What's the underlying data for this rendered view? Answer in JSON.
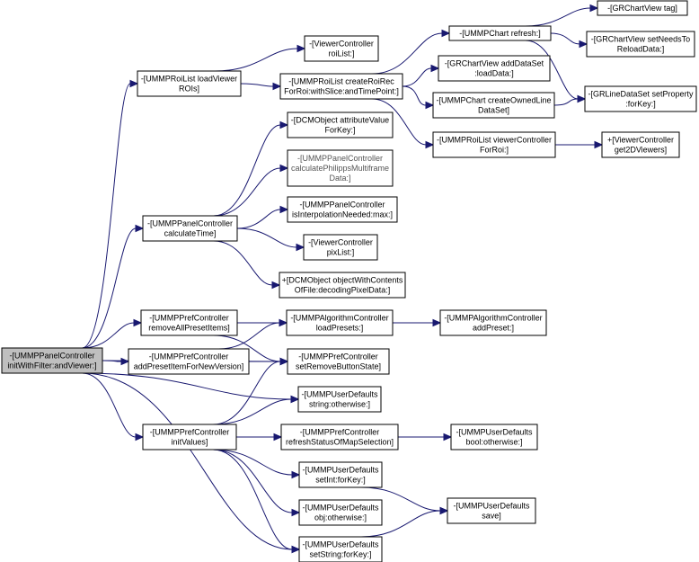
{
  "nodes": [
    {
      "id": "root",
      "lines": [
        "-[UMMPPanelController",
        "initWithFilter:andViewer:]"
      ],
      "root": true
    },
    {
      "id": "roiListLoad",
      "lines": [
        "-[UMMPRoiList loadViewer",
        "ROIs]"
      ]
    },
    {
      "id": "viewerRoiList",
      "lines": [
        "-[ViewerController",
        "roiList:]"
      ]
    },
    {
      "id": "createRoiRec",
      "lines": [
        "-[UMMPRoiList createRoiRec",
        "ForRoi:withSlice:andTimePoint:]"
      ]
    },
    {
      "id": "chartRefresh",
      "lines": [
        "-[UMMPChart refresh:]"
      ]
    },
    {
      "id": "grTag",
      "lines": [
        "-[GRChartView tag]"
      ]
    },
    {
      "id": "grNeedsReload",
      "lines": [
        "-[GRChartView setNeedsTo",
        "ReloadData:]"
      ]
    },
    {
      "id": "grAddDataSet",
      "lines": [
        "-[GRChartView addDataSet",
        ":loadData:]"
      ]
    },
    {
      "id": "createOwnedLine",
      "lines": [
        "-[UMMPChart createOwnedLine",
        "DataSet]"
      ]
    },
    {
      "id": "grLineSetProp",
      "lines": [
        "-[GRLineDataSet setProperty",
        ":forKey:]"
      ]
    },
    {
      "id": "roiViewerCtrl",
      "lines": [
        "-[UMMPRoiList viewerController",
        "ForRoi:]"
      ]
    },
    {
      "id": "get2DViewers",
      "lines": [
        "+[ViewerController",
        "get2DViewers]"
      ]
    },
    {
      "id": "calcTime",
      "lines": [
        "-[UMMPPanelController",
        "calculateTime]"
      ]
    },
    {
      "id": "dcmAttr",
      "lines": [
        "-[DCMObject attributeValue",
        "ForKey:]"
      ]
    },
    {
      "id": "calcPhilipps",
      "lines": [
        "-[UMMPPanelController",
        "calculatePhilippsMultiframe",
        "Data:]"
      ],
      "grey": true
    },
    {
      "id": "isInterp",
      "lines": [
        "-[UMMPPanelController",
        "isInterpolationNeeded:max:]"
      ]
    },
    {
      "id": "pixList",
      "lines": [
        "-[ViewerController",
        "pixList:]"
      ]
    },
    {
      "id": "dcmObjWith",
      "lines": [
        "+[DCMObject objectWithContents",
        "OfFile:decodingPixelData:]"
      ]
    },
    {
      "id": "removeAll",
      "lines": [
        "-[UMMPPrefController",
        "removeAllPresetItems]"
      ]
    },
    {
      "id": "loadPresets",
      "lines": [
        "-[UMMPAlgorithmController",
        "loadPresets:]"
      ]
    },
    {
      "id": "addPreset",
      "lines": [
        "-[UMMPAlgorithmController",
        "addPreset:]"
      ]
    },
    {
      "id": "addPresetItem",
      "lines": [
        "-[UMMPPrefController",
        "addPresetItemForNewVersion]"
      ]
    },
    {
      "id": "setRemoveBtn",
      "lines": [
        "-[UMMPPrefController",
        "setRemoveButtonState]"
      ]
    },
    {
      "id": "stringOther",
      "lines": [
        "-[UMMPUserDefaults",
        "string:otherwise:]"
      ]
    },
    {
      "id": "initValues",
      "lines": [
        "-[UMMPPrefController",
        "initValues]"
      ]
    },
    {
      "id": "refreshMap",
      "lines": [
        "-[UMMPPrefController",
        "refreshStatusOfMapSelection]"
      ]
    },
    {
      "id": "boolOther",
      "lines": [
        "-[UMMPUserDefaults",
        "bool:otherwise:]"
      ]
    },
    {
      "id": "setInt",
      "lines": [
        "-[UMMPUserDefaults",
        "setInt:forKey:]"
      ]
    },
    {
      "id": "objOther",
      "lines": [
        "-[UMMPUserDefaults",
        "obj:otherwise:]"
      ]
    },
    {
      "id": "save",
      "lines": [
        "-[UMMPUserDefaults",
        "save]"
      ]
    },
    {
      "id": "setString",
      "lines": [
        "-[UMMPUserDefaults",
        "setString:forKey:]"
      ]
    }
  ],
  "edges": [
    [
      "root",
      "roiListLoad"
    ],
    [
      "root",
      "calcTime"
    ],
    [
      "root",
      "removeAll"
    ],
    [
      "root",
      "addPresetItem"
    ],
    [
      "root",
      "setRemoveBtn"
    ],
    [
      "root",
      "stringOther"
    ],
    [
      "root",
      "initValues"
    ],
    [
      "root",
      "setString"
    ],
    [
      "roiListLoad",
      "viewerRoiList"
    ],
    [
      "roiListLoad",
      "createRoiRec"
    ],
    [
      "createRoiRec",
      "chartRefresh"
    ],
    [
      "createRoiRec",
      "grAddDataSet"
    ],
    [
      "createRoiRec",
      "createOwnedLine"
    ],
    [
      "createRoiRec",
      "roiViewerCtrl"
    ],
    [
      "chartRefresh",
      "grTag"
    ],
    [
      "chartRefresh",
      "grNeedsReload"
    ],
    [
      "chartRefresh",
      "grLineSetProp"
    ],
    [
      "createOwnedLine",
      "grLineSetProp"
    ],
    [
      "roiViewerCtrl",
      "get2DViewers"
    ],
    [
      "calcTime",
      "dcmAttr"
    ],
    [
      "calcTime",
      "calcPhilipps"
    ],
    [
      "calcTime",
      "isInterp"
    ],
    [
      "calcTime",
      "pixList"
    ],
    [
      "calcTime",
      "dcmObjWith"
    ],
    [
      "removeAll",
      "loadPresets"
    ],
    [
      "removeAll",
      "setRemoveBtn"
    ],
    [
      "loadPresets",
      "addPreset"
    ],
    [
      "addPresetItem",
      "loadPresets"
    ],
    [
      "addPresetItem",
      "setRemoveBtn"
    ],
    [
      "initValues",
      "setRemoveBtn"
    ],
    [
      "initValues",
      "stringOther"
    ],
    [
      "initValues",
      "refreshMap"
    ],
    [
      "initValues",
      "setInt"
    ],
    [
      "initValues",
      "objOther"
    ],
    [
      "initValues",
      "setString"
    ],
    [
      "refreshMap",
      "boolOther"
    ],
    [
      "setInt",
      "save"
    ],
    [
      "setString",
      "save"
    ]
  ]
}
